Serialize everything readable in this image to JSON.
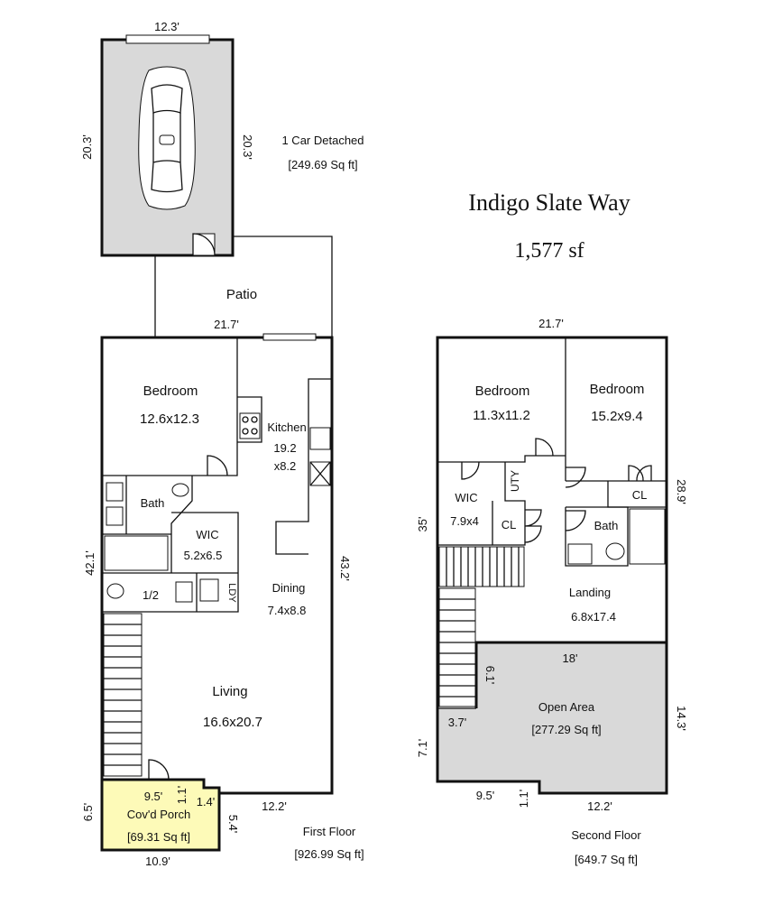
{
  "title": "Indigo Slate Way",
  "total_area": "1,577 sf",
  "garage": {
    "name": "1 Car Detached",
    "area": "[249.69 Sq ft]",
    "dim_top": "12.3'",
    "dim_left": "20.3'",
    "dim_right": "20.3'"
  },
  "patio": {
    "name": "Patio"
  },
  "first_floor": {
    "name": "First Floor",
    "area": "[926.99 Sq ft]",
    "dims": {
      "top": "21.7'",
      "left": "42.1'",
      "right": "43.2'",
      "bottom": "12.2'",
      "porch_left": "6.5'",
      "porch_bottom": "10.9'",
      "porch_top": "9.5'",
      "porch_step_v": "1.1'",
      "porch_step_h": "1.4'",
      "porch_right": "5.4'"
    },
    "rooms": {
      "bedroom": {
        "name": "Bedroom",
        "size": "12.6x12.3"
      },
      "kitchen": {
        "name": "Kitchen",
        "size_a": "19.2",
        "size_b": "x8.2"
      },
      "bath": {
        "name": "Bath"
      },
      "wic": {
        "name": "WIC",
        "size": "5.2x6.5"
      },
      "half_bath": {
        "name": "1/2"
      },
      "ldy": {
        "name": "LDY"
      },
      "dining": {
        "name": "Dining",
        "size": "7.4x8.8"
      },
      "living": {
        "name": "Living",
        "size": "16.6x20.7"
      },
      "porch": {
        "name": "Cov'd Porch",
        "area": "[69.31 Sq ft]"
      }
    }
  },
  "second_floor": {
    "name": "Second Floor",
    "area": "[649.7 Sq ft]",
    "dims": {
      "top": "21.7'",
      "left": "35'",
      "right": "28.9'",
      "open_top": "18'",
      "open_right": "14.3'",
      "stair_v": "6.1'",
      "stair_h": "3.7'",
      "left_low": "7.1'",
      "bottom_left": "9.5'",
      "bottom_step": "1.1'",
      "bottom_right": "12.2'"
    },
    "rooms": {
      "bedroom1": {
        "name": "Bedroom",
        "size": "11.3x11.2"
      },
      "bedroom2": {
        "name": "Bedroom",
        "size": "15.2x9.4"
      },
      "wic": {
        "name": "WIC",
        "size": "7.9x4"
      },
      "uty": {
        "name": "UTY"
      },
      "cl1": {
        "name": "CL"
      },
      "cl2": {
        "name": "CL"
      },
      "bath": {
        "name": "Bath"
      },
      "landing": {
        "name": "Landing",
        "size": "6.8x17.4"
      },
      "open_area": {
        "name": "Open Area",
        "area": "[277.29 Sq ft]"
      }
    }
  },
  "colors": {
    "garage_fill": "#d9d9d9",
    "porch_fill": "#fdfab8",
    "open_area_fill": "#d9d9d9",
    "wall": "#111111"
  }
}
